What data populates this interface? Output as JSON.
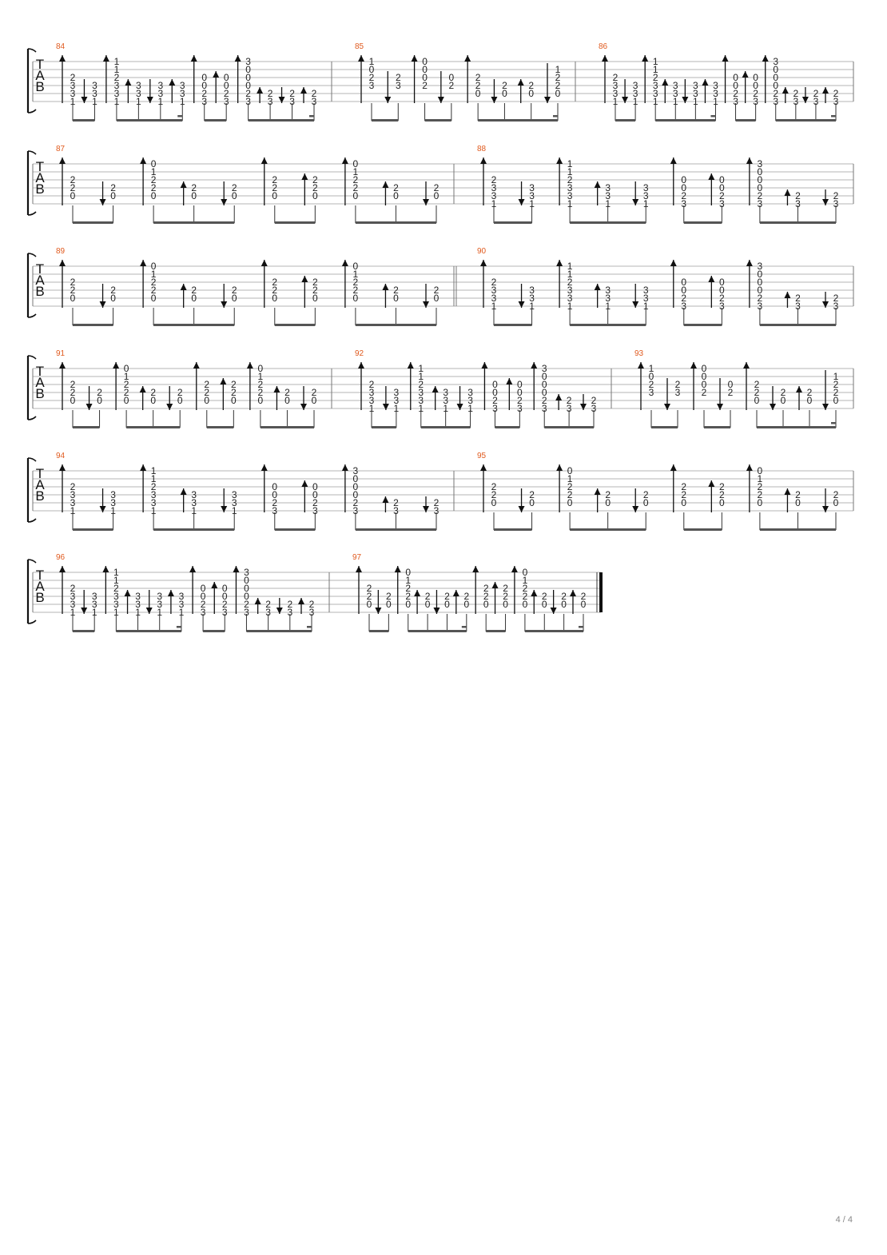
{
  "document": {
    "tab_clef": [
      "T",
      "A",
      "B"
    ],
    "page_number": "4 / 4",
    "colors": {
      "measure_number": "#e05a1e",
      "ink": "#222222",
      "staff_line": "#b5b5b5",
      "bar_line": "#777777"
    }
  },
  "chords": {
    "Em": [
      "",
      "",
      "2",
      "3",
      "3",
      "1"
    ],
    "Em4": [
      "",
      "",
      "",
      "3",
      "3",
      "1"
    ],
    "EmF": [
      "1",
      "1",
      "2",
      "3",
      "3",
      "1"
    ],
    "Em3": [
      "",
      "",
      "",
      "3",
      "3",
      "1"
    ],
    "Ddim": [
      "",
      "",
      "0",
      "0",
      "2",
      "3"
    ],
    "C": [
      "3",
      "0",
      "0",
      "0",
      "2",
      "3"
    ],
    "C3": [
      "",
      "",
      "",
      "0",
      "2",
      "3"
    ],
    "Cb": [
      "",
      "",
      "",
      "",
      "2",
      "3"
    ],
    "Am": [
      "1",
      "0",
      "2",
      "3",
      "",
      ""
    ],
    "Am2": [
      "",
      "",
      "2",
      "3",
      "",
      ""
    ],
    "G": [
      "0",
      "0",
      "0",
      "2",
      "",
      ""
    ],
    "G2": [
      "",
      "",
      "0",
      "2",
      "",
      ""
    ],
    "F": [
      "",
      "",
      "2",
      "2",
      "0",
      ""
    ],
    "F2": [
      "",
      "",
      "",
      "2",
      "0",
      ""
    ],
    "Fm": [
      "",
      "",
      "",
      "2",
      "0",
      ""
    ],
    "E3": [
      "",
      "1",
      "2",
      "2",
      "0",
      ""
    ],
    "Dm": [
      "",
      "",
      "2",
      "2",
      "0",
      ""
    ],
    "Dm2": [
      "",
      "",
      "",
      "2",
      "0",
      ""
    ],
    "D6": [
      "0",
      "1",
      "2",
      "2",
      "0",
      ""
    ]
  },
  "measures": [
    {
      "number": "84",
      "events": [
        [
          "Em",
          "u",
          1
        ],
        [
          "Em3",
          "d",
          0
        ],
        [
          "EmF",
          "u",
          1
        ],
        [
          "Em3",
          "u",
          0
        ],
        [
          "Em3",
          "d",
          0
        ],
        [
          "Em3",
          "u",
          0
        ],
        [
          "Ddim",
          "u",
          1
        ],
        [
          "Ddim",
          "u",
          0
        ],
        [
          "C",
          "u",
          1
        ],
        [
          "Cb",
          "u",
          0
        ],
        [
          "Cb",
          "d",
          0
        ],
        [
          "Cb",
          "u",
          0
        ]
      ]
    },
    {
      "number": "85",
      "events": [
        [
          "Am",
          "u",
          1
        ],
        [
          "Am2",
          "d",
          0
        ],
        [
          "G",
          "u",
          1
        ],
        [
          "G2",
          "d",
          0
        ],
        [
          "F",
          "u",
          1
        ],
        [
          "F2",
          "d",
          0
        ],
        [
          "Fm",
          "u",
          0
        ],
        [
          "E3",
          "d",
          0
        ]
      ]
    },
    {
      "number": "86",
      "events": [
        [
          "Em",
          "u",
          1
        ],
        [
          "Em3",
          "d",
          0
        ],
        [
          "EmF",
          "u",
          1
        ],
        [
          "Em3",
          "u",
          0
        ],
        [
          "Em3",
          "d",
          0
        ],
        [
          "Em3",
          "u",
          0
        ],
        [
          "Ddim",
          "u",
          1
        ],
        [
          "Ddim",
          "u",
          0
        ],
        [
          "C",
          "u",
          1
        ],
        [
          "Cb",
          "u",
          0
        ],
        [
          "Cb",
          "d",
          0
        ],
        [
          "Cb",
          "u",
          0
        ]
      ]
    },
    {
      "number": "87",
      "events": [
        [
          "Dm",
          "u",
          1
        ],
        [
          "Dm2",
          "d",
          0
        ],
        [
          "D6",
          "u",
          1
        ],
        [
          "Dm2",
          "u",
          0
        ],
        [
          "Dm2",
          "d",
          0
        ],
        [
          "Dm",
          "u",
          1
        ],
        [
          "Dm",
          "u",
          0
        ],
        [
          "D6",
          "u",
          1
        ],
        [
          "Dm2",
          "u",
          0
        ],
        [
          "Dm2",
          "d",
          0
        ]
      ]
    },
    {
      "number": "88",
      "events": [
        [
          "Em",
          "u",
          1
        ],
        [
          "Em3",
          "d",
          0
        ],
        [
          "EmF",
          "u",
          1
        ],
        [
          "Em3",
          "u",
          0
        ],
        [
          "Em3",
          "d",
          0
        ],
        [
          "Ddim",
          "u",
          1
        ],
        [
          "Ddim",
          "u",
          0
        ],
        [
          "C",
          "u",
          1
        ],
        [
          "Cb",
          "u",
          0
        ],
        [
          "Cb",
          "d",
          0
        ]
      ]
    },
    {
      "number": "89",
      "events": [
        [
          "Dm",
          "u",
          1
        ],
        [
          "Dm2",
          "d",
          0
        ],
        [
          "D6",
          "u",
          1
        ],
        [
          "Dm2",
          "u",
          0
        ],
        [
          "Dm2",
          "d",
          0
        ],
        [
          "Dm",
          "u",
          1
        ],
        [
          "Dm",
          "u",
          0
        ],
        [
          "D6",
          "u",
          1
        ],
        [
          "Dm2",
          "u",
          0
        ],
        [
          "Dm2",
          "d",
          0
        ]
      ]
    },
    {
      "number": "90",
      "events": [
        [
          "Em",
          "u",
          1
        ],
        [
          "Em3",
          "d",
          0
        ],
        [
          "EmF",
          "u",
          1
        ],
        [
          "Em3",
          "u",
          0
        ],
        [
          "Em3",
          "d",
          0
        ],
        [
          "Ddim",
          "u",
          1
        ],
        [
          "Ddim",
          "u",
          0
        ],
        [
          "C",
          "u",
          1
        ],
        [
          "Cb",
          "u",
          0
        ],
        [
          "Cb",
          "d",
          0
        ]
      ]
    },
    {
      "number": "91",
      "events": [
        [
          "Dm",
          "u",
          1
        ],
        [
          "Dm2",
          "d",
          0
        ],
        [
          "D6",
          "u",
          1
        ],
        [
          "Dm2",
          "u",
          0
        ],
        [
          "Dm2",
          "d",
          0
        ],
        [
          "Dm",
          "u",
          1
        ],
        [
          "Dm",
          "u",
          0
        ],
        [
          "D6",
          "u",
          1
        ],
        [
          "Dm2",
          "u",
          0
        ],
        [
          "Dm2",
          "d",
          0
        ]
      ]
    },
    {
      "number": "92",
      "events": [
        [
          "Em",
          "u",
          1
        ],
        [
          "Em3",
          "d",
          0
        ],
        [
          "EmF",
          "u",
          1
        ],
        [
          "Em3",
          "u",
          0
        ],
        [
          "Em3",
          "d",
          0
        ],
        [
          "Ddim",
          "u",
          1
        ],
        [
          "Ddim",
          "u",
          0
        ],
        [
          "C",
          "u",
          1
        ],
        [
          "Cb",
          "u",
          0
        ],
        [
          "Cb",
          "d",
          0
        ]
      ]
    },
    {
      "number": "93",
      "events": [
        [
          "Am",
          "u",
          1
        ],
        [
          "Am2",
          "d",
          0
        ],
        [
          "G",
          "u",
          1
        ],
        [
          "G2",
          "d",
          0
        ],
        [
          "F",
          "u",
          1
        ],
        [
          "F2",
          "d",
          0
        ],
        [
          "Fm",
          "u",
          0
        ],
        [
          "E3",
          "d",
          0
        ]
      ]
    },
    {
      "number": "94",
      "events": [
        [
          "Em",
          "u",
          1
        ],
        [
          "Em3",
          "d",
          0
        ],
        [
          "EmF",
          "u",
          1
        ],
        [
          "Em3",
          "u",
          0
        ],
        [
          "Em3",
          "d",
          0
        ],
        [
          "Ddim",
          "u",
          1
        ],
        [
          "Ddim",
          "u",
          0
        ],
        [
          "C",
          "u",
          1
        ],
        [
          "Cb",
          "u",
          0
        ],
        [
          "Cb",
          "d",
          0
        ]
      ]
    },
    {
      "number": "95",
      "events": [
        [
          "Dm",
          "u",
          1
        ],
        [
          "Dm2",
          "d",
          0
        ],
        [
          "D6",
          "u",
          1
        ],
        [
          "Dm2",
          "u",
          0
        ],
        [
          "Dm2",
          "d",
          0
        ],
        [
          "Dm",
          "u",
          1
        ],
        [
          "Dm",
          "u",
          0
        ],
        [
          "D6",
          "u",
          1
        ],
        [
          "Dm2",
          "u",
          0
        ],
        [
          "Dm2",
          "d",
          0
        ]
      ]
    },
    {
      "number": "96",
      "events": [
        [
          "Em",
          "u",
          1
        ],
        [
          "Em3",
          "d",
          0
        ],
        [
          "EmF",
          "u",
          1
        ],
        [
          "Em3",
          "u",
          0
        ],
        [
          "Em3",
          "d",
          0
        ],
        [
          "Em3",
          "u",
          0
        ],
        [
          "Ddim",
          "u",
          1
        ],
        [
          "Ddim",
          "u",
          0
        ],
        [
          "C",
          "u",
          1
        ],
        [
          "Cb",
          "u",
          0
        ],
        [
          "Cb",
          "d",
          0
        ],
        [
          "Cb",
          "u",
          0
        ]
      ]
    },
    {
      "number": "97",
      "events": [
        [
          "Dm",
          "u",
          1
        ],
        [
          "Dm2",
          "d",
          0
        ],
        [
          "D6",
          "u",
          1
        ],
        [
          "Dm2",
          "u",
          0
        ],
        [
          "Dm2",
          "d",
          0
        ],
        [
          "Dm2",
          "u",
          0
        ],
        [
          "Dm",
          "u",
          1
        ],
        [
          "Dm",
          "u",
          0
        ],
        [
          "D6",
          "u",
          1
        ],
        [
          "Dm2",
          "u",
          0
        ],
        [
          "Dm2",
          "d",
          0
        ],
        [
          "Dm2",
          "u",
          0
        ]
      ]
    }
  ],
  "systems": [
    {
      "measures": [
        0,
        1,
        2
      ]
    },
    {
      "measures": [
        3,
        4
      ]
    },
    {
      "measures": [
        5,
        6
      ],
      "double_bar_after_first": true
    },
    {
      "measures": [
        7,
        8,
        9
      ]
    },
    {
      "measures": [
        10,
        11
      ]
    },
    {
      "measures": [
        12,
        13
      ],
      "final_bar": true
    }
  ]
}
